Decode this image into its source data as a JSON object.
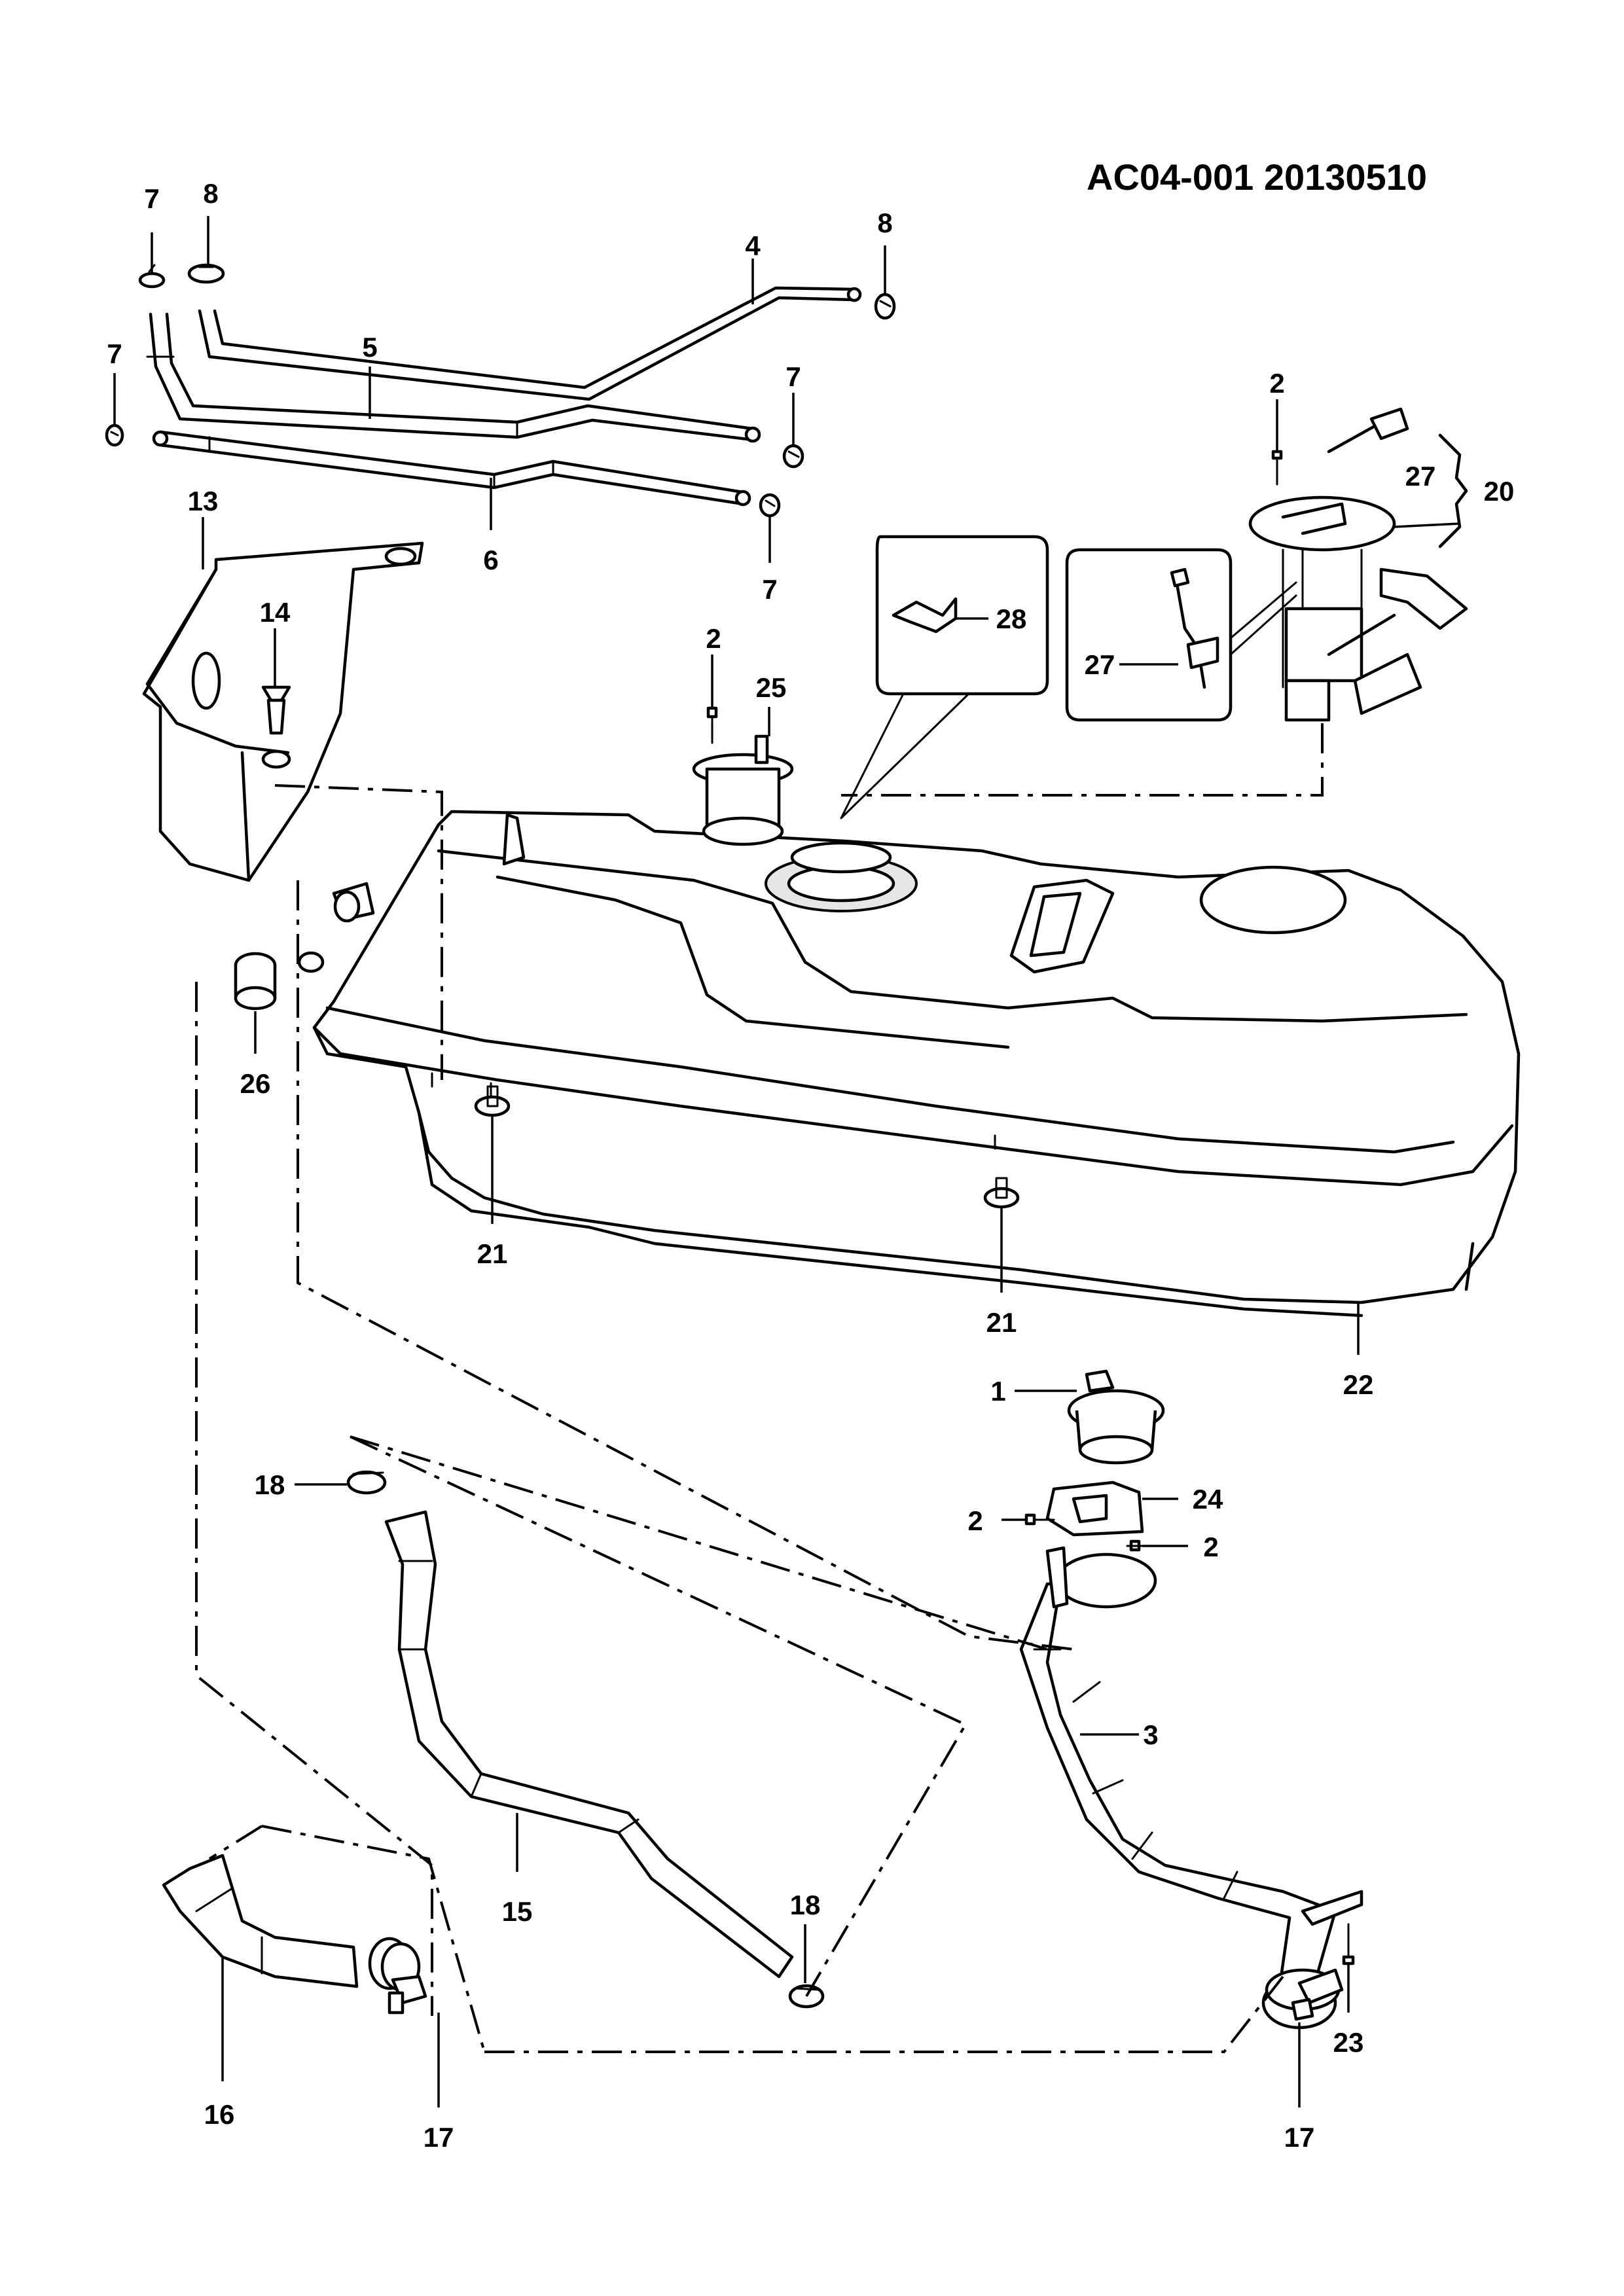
{
  "document_id": "AC04-001  20130510",
  "callouts": {
    "c1": "1",
    "c2a": "2",
    "c2b": "2",
    "c2c": "2",
    "c2d": "2",
    "c3": "3",
    "c4": "4",
    "c5": "5",
    "c6": "6",
    "c7a": "7",
    "c7b": "7",
    "c7c": "7",
    "c7d": "7",
    "c8a": "8",
    "c8b": "8",
    "c13": "13",
    "c14": "14",
    "c15": "15",
    "c16": "16",
    "c17a": "17",
    "c17b": "17",
    "c18a": "18",
    "c18b": "18",
    "c20": "20",
    "c21a": "21",
    "c21b": "21",
    "c22": "22",
    "c23": "23",
    "c24": "24",
    "c25": "25",
    "c26": "26",
    "c27a": "27",
    "c27b": "27",
    "c28": "28"
  }
}
